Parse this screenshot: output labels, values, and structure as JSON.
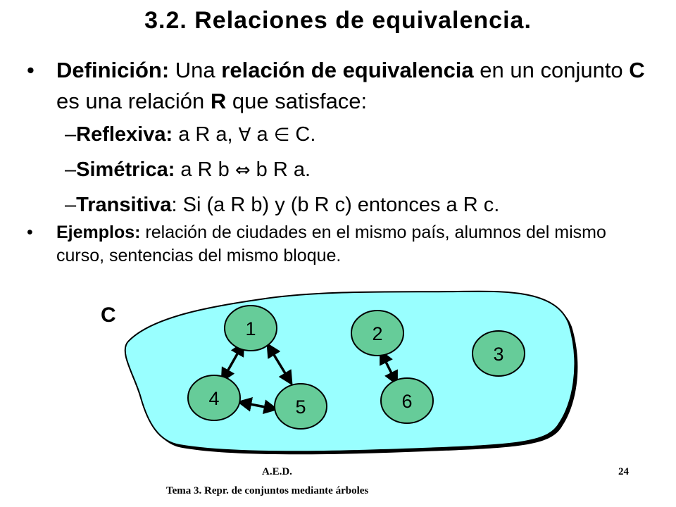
{
  "title": "3.2. Relaciones de equivalencia.",
  "definition": {
    "bullet": "•",
    "label": "Definición:",
    "text1": " Una ",
    "term": "relación de equivalencia",
    "text2": " en un conjunto ",
    "set": "C",
    "text3": " es una relación ",
    "rel": "R",
    "text4": " que satisface:"
  },
  "properties": [
    {
      "dash": "–",
      "name": "Reflexiva:",
      "part1": " a R a, ",
      "sym1": "∀",
      "part2": " a ",
      "sym2": "∈",
      "part3": " C."
    },
    {
      "dash": "–",
      "name": "Simétrica:",
      "part1": " a R b ",
      "sym1": "⇔",
      "part2": " b R a."
    },
    {
      "dash": "–",
      "name": "Transitiva",
      "part1": ": Si (a R b) y (b R c) entonces a R c."
    }
  ],
  "examples": {
    "bullet": "•",
    "label": "Ejemplos:",
    "text": " relación de ciudades en el mismo país, alumnos del mismo curso, sentencias del mismo bloque."
  },
  "diagram": {
    "set_label": "C",
    "nodes": [
      "1",
      "2",
      "3",
      "4",
      "5",
      "6"
    ],
    "set_fill": "#99ffff",
    "node_fill": "#66cc99"
  },
  "footer": {
    "left": "A.E.D.",
    "page": "24",
    "subtitle": "Tema 3. Repr. de conjuntos mediante árboles"
  }
}
